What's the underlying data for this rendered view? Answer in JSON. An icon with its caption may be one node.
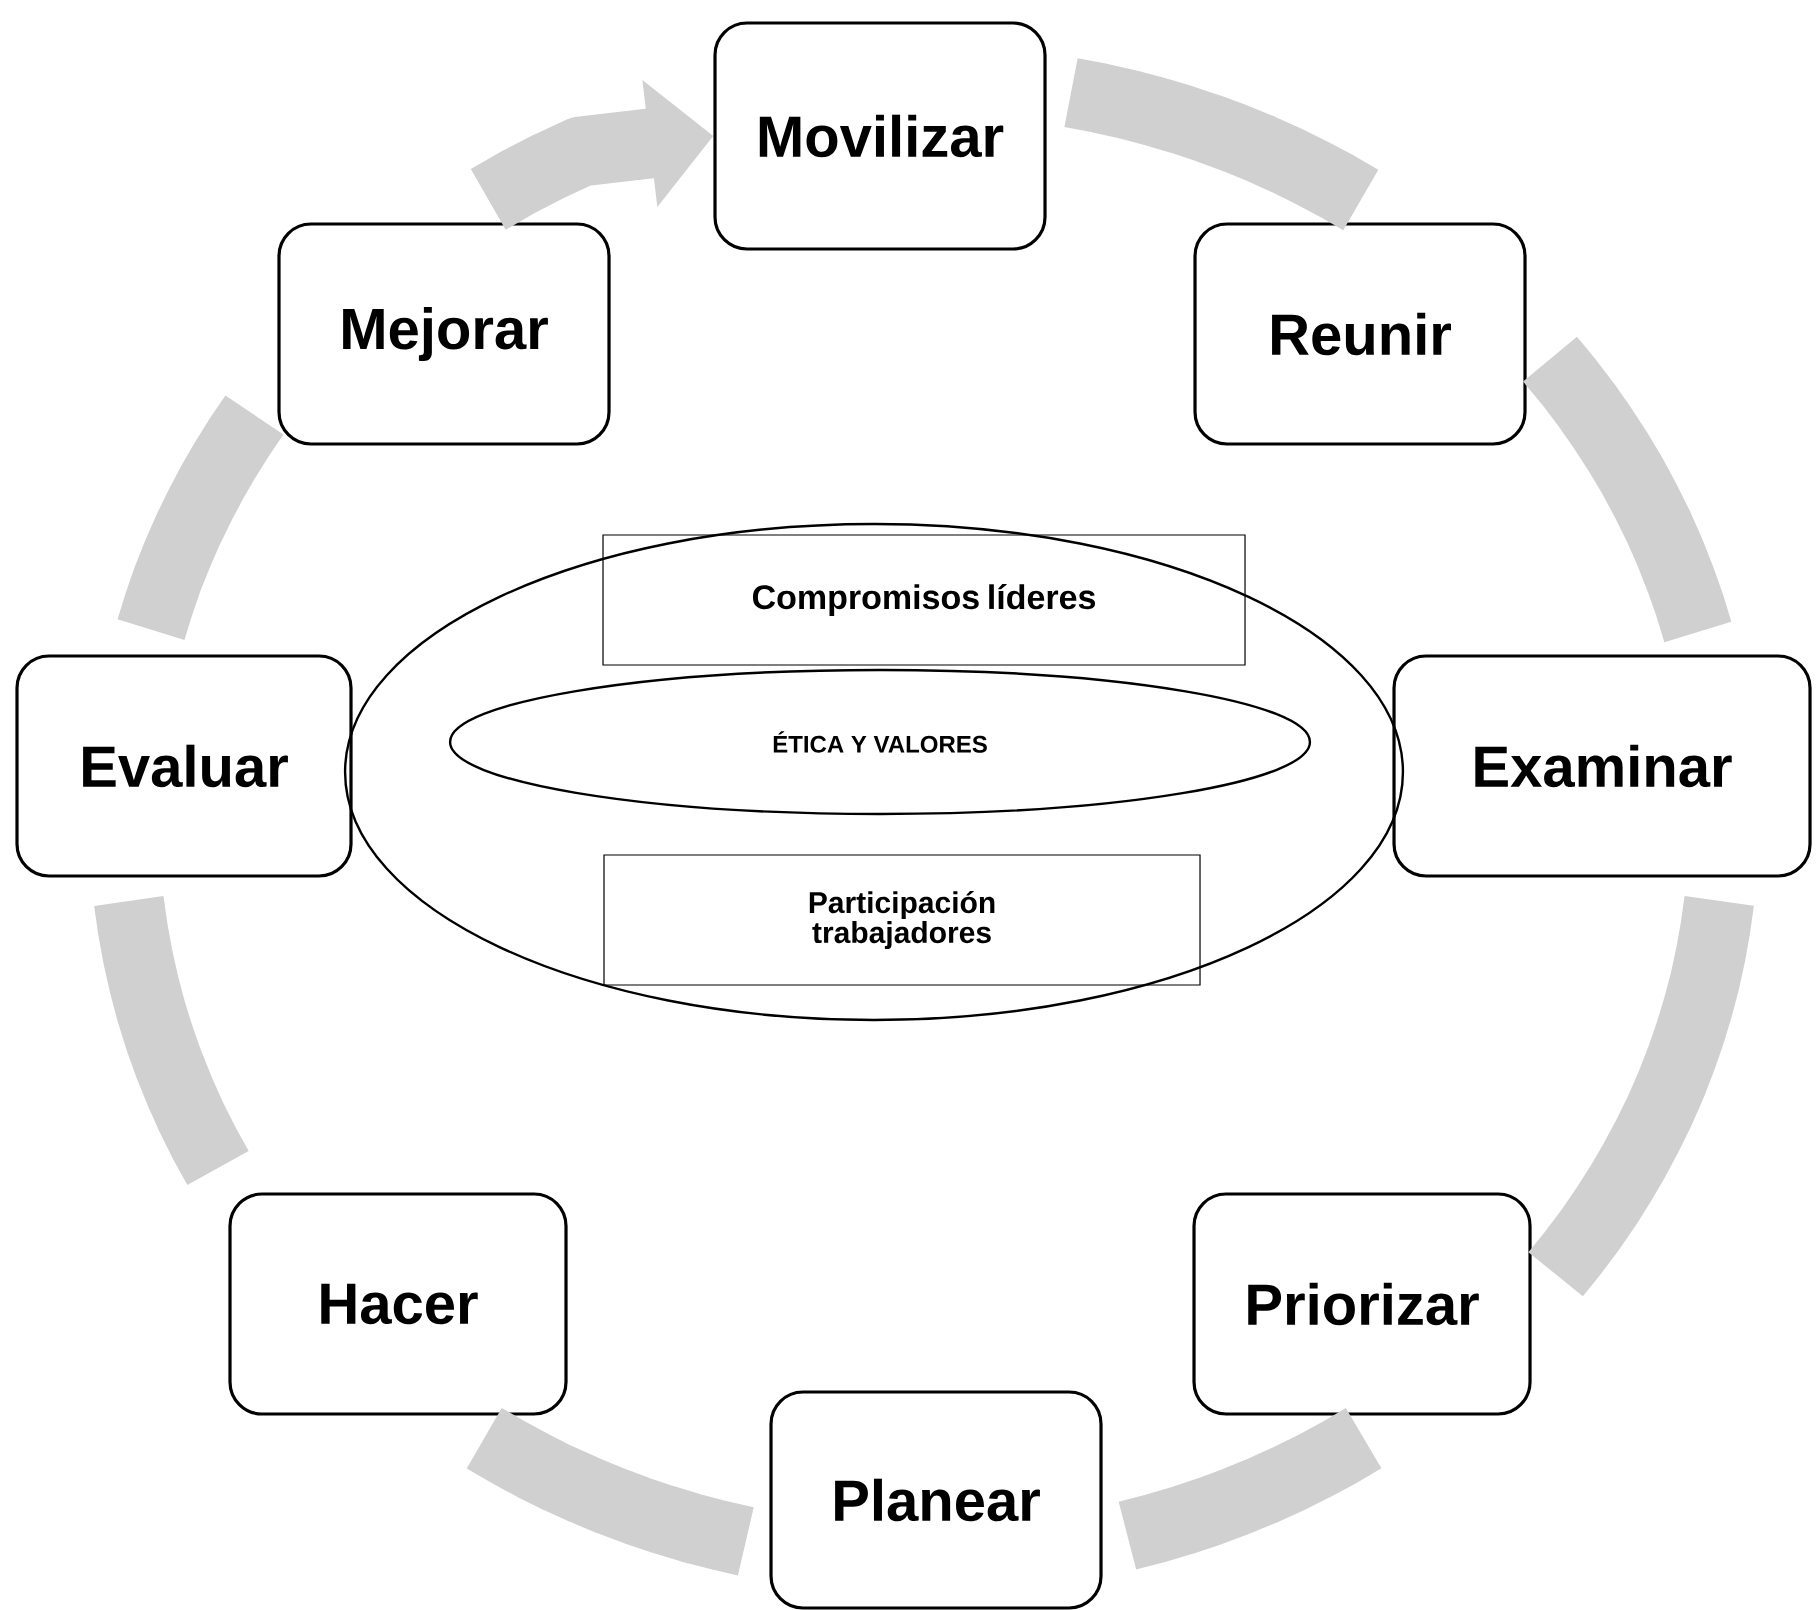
{
  "diagram": {
    "nodes": [
      {
        "text": [
          "Movilizar"
        ]
      },
      {
        "text": [
          "Reunir"
        ]
      },
      {
        "text": [
          "Examinar"
        ]
      },
      {
        "text": [
          "Priorizar"
        ]
      },
      {
        "text": [
          "Planear"
        ]
      },
      {
        "text": [
          "Hacer"
        ]
      },
      {
        "text": [
          "Evaluar"
        ]
      },
      {
        "text": [
          "Mejorar"
        ]
      },
      {
        "text": [],
        "shape": "ellipse"
      },
      {
        "text": [
          "Compromisos líderes"
        ],
        "in": 8
      },
      {
        "text": [
          "ÉTICA Y VALORES"
        ],
        "in": 8
      },
      {
        "text": [
          "Participación trabajadores"
        ],
        "in": 8
      }
    ],
    "edges": [
      {
        "from": 0,
        "to": 1,
        "arrow": "none"
      },
      {
        "from": 1,
        "to": 2,
        "arrow": "none"
      },
      {
        "from": 2,
        "to": 3,
        "arrow": "none"
      },
      {
        "from": 3,
        "to": 4,
        "arrow": "none"
      },
      {
        "from": 4,
        "to": 5,
        "arrow": "none"
      },
      {
        "from": 5,
        "to": 6,
        "arrow": "none"
      },
      {
        "from": 6,
        "to": 7,
        "arrow": "none"
      },
      {
        "from": 7,
        "to": 0,
        "arrow": "to"
      }
    ]
  }
}
